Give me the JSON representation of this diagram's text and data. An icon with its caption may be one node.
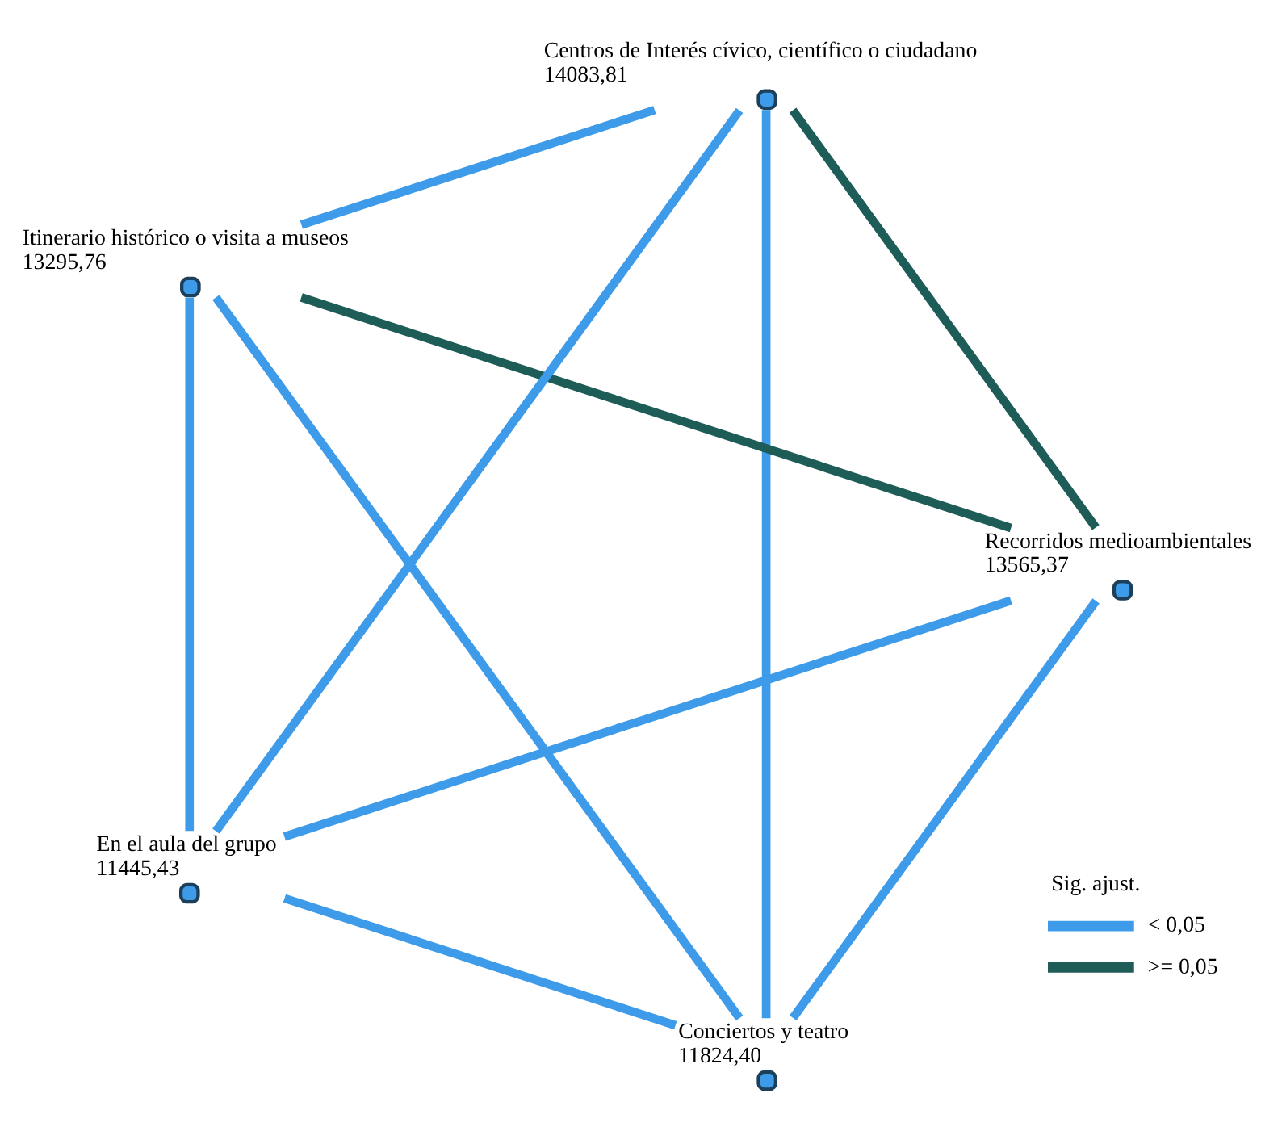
{
  "diagram": {
    "nodes": [
      {
        "text": [],
        "shape": "circle",
        "beside": [
          "Conciertos y teatro",
          "11824,40"
        ]
      },
      {
        "text": [],
        "shape": "circle",
        "beside": [
          "Recorridos medioambientales",
          "13565,37"
        ]
      },
      {
        "text": [],
        "shape": "circle",
        "beside": [
          "Itinerario histórico o visita a museos",
          "13295,76"
        ]
      },
      {
        "text": [],
        "shape": "circle",
        "beside": [
          "Centros de Interés cívico, científico o ciudadano",
          "14083,81"
        ]
      },
      {
        "text": [],
        "shape": "circle",
        "beside": [
          "En el aula del grupo",
          "11445,43"
        ]
      }
    ],
    "edges": [
      {
        "from": 0,
        "to": 1,
        "arrow": "none"
      },
      {
        "from": 0,
        "to": 3,
        "arrow": "none"
      },
      {
        "from": 0,
        "to": 4,
        "arrow": "none"
      },
      {
        "from": 0,
        "to": 2,
        "arrow": "none"
      },
      {
        "from": 1,
        "to": 2,
        "arrow": "none",
        "color": "#1d5c57"
      },
      {
        "from": 1,
        "to": 3,
        "arrow": "none",
        "color": "#1d5c57"
      },
      {
        "from": 1,
        "to": 4,
        "arrow": "none"
      },
      {
        "from": 2,
        "to": 3,
        "arrow": "none"
      },
      {
        "from": 2,
        "to": 4,
        "arrow": "none"
      },
      {
        "from": 3,
        "to": 4,
        "arrow": "none"
      }
    ],
    "labels": [
      "Sig. ajust."
    ],
    "legend": [
      {
        "text": "< 0,05",
        "color": "#3d9be9"
      },
      {
        "text": ">= 0,05",
        "color": "#1d5c57"
      }
    ]
  }
}
